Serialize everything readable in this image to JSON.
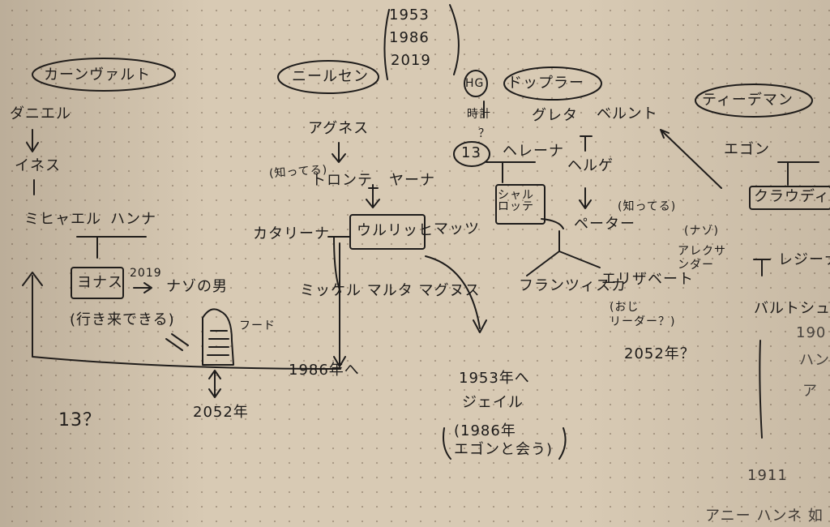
{
  "notes": {
    "years": [
      "1953",
      "1986",
      "2019"
    ],
    "family_names": [
      "カーンヴァルト",
      "ニールセン",
      "ドップラー",
      "ティーデマン"
    ],
    "hg": "HG",
    "kahnwald": {
      "daniel": "ダニエル",
      "ines": "イネス",
      "michael": "ミヒャエル",
      "hannah": "ハンナ",
      "jonas": "ヨナス",
      "year_2019": "2019",
      "mystery_man": "ナゾの男",
      "time_travel": "(行き来できる)",
      "hood": "フード",
      "year_2052": "2052年",
      "age": "13？"
    },
    "nielsen": {
      "agnes": "アグネス",
      "knows": "(知ってる)",
      "tronte": "トロンテ",
      "jana": "ヤーナ",
      "katharina": "カタリーナ",
      "ulrich": "ウルリッヒ",
      "mads": "マッツ",
      "children": "ミッケル マルタ マグヌス",
      "to_1986": "1986年へ",
      "to_1953": "1953年へ",
      "jail": "ジェイル",
      "meets_egon": "(1986年\nエゴンと会う)"
    },
    "doppler": {
      "clock": "時計",
      "thirteen": "13",
      "question": "？",
      "greta": "グレタ",
      "bernd": "ベルント",
      "helene": "ヘレーナ",
      "charlotte_peter": "シャルロッテ",
      "helge": "ヘルゲ",
      "peter": "ペーター",
      "knows": "(知ってる)",
      "franziska": "フランツィスカ",
      "elisabeth": "エリザベート",
      "leader": "(おじ\nリーダー？)",
      "year_2052": "2052年？"
    },
    "tiedemann": {
      "egon": "エゴン",
      "claudia": "クラウディア",
      "mystery": "(ナゾ)",
      "aleksander": "アレクサンダー",
      "regina": "レジーナ",
      "bartosz": "バルトシュ",
      "partial_1": "190",
      "partial_2": "ハン",
      "partial_3": "ア",
      "year_1911": "1911",
      "bottom": "アニー ハンネ 如"
    }
  }
}
